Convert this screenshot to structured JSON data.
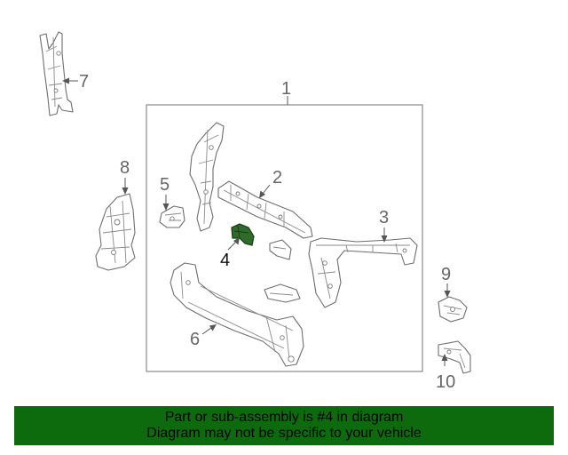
{
  "callouts": {
    "c1": "1",
    "c2": "2",
    "c3": "3",
    "c4": "4",
    "c5": "5",
    "c6": "6",
    "c7": "7",
    "c8": "8",
    "c9": "9",
    "c10": "10"
  },
  "highlighted_part": "4",
  "colors": {
    "banner_background": "#0d6b0d",
    "highlight_part": "#2f6b2a",
    "line_art": "#6e6e6e"
  },
  "banner": {
    "line1": "Part or sub-assembly is #4 in diagram",
    "line2": "Diagram may not be specific to your vehicle"
  }
}
